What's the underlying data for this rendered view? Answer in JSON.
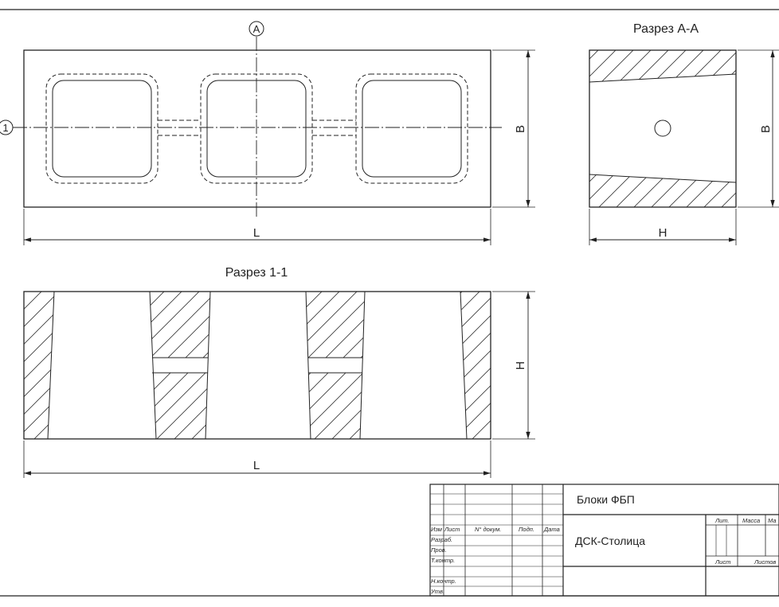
{
  "sheet": {
    "line_color": "#222222",
    "background": "#ffffff"
  },
  "plan_view": {
    "mark_A": "A",
    "mark_1": "1",
    "dim_length": "L",
    "dim_width": "B"
  },
  "section_AA": {
    "title": "Разрез А-А",
    "dim_width": "B",
    "dim_height": "H"
  },
  "section_11": {
    "title": "Разрез 1-1",
    "dim_height": "H",
    "dim_length": "L"
  },
  "title_block": {
    "product": "Блоки ФБП",
    "organization": "ДСК-Столица",
    "header_izm": "Изм",
    "header_list": "Лист",
    "header_doc": "N° докум.",
    "header_sign": "Подп.",
    "header_date": "Дата",
    "row_razrab": "Разраб.",
    "row_prov": "Пров.",
    "row_tkontr": "Т.контр.",
    "row_nkontr": "Н.контр.",
    "row_utv": "Утв.",
    "col_lit": "Лит.",
    "col_massa": "Масса",
    "col_masshtab": "Ма",
    "col_list": "Лист",
    "col_listov": "Листов"
  }
}
